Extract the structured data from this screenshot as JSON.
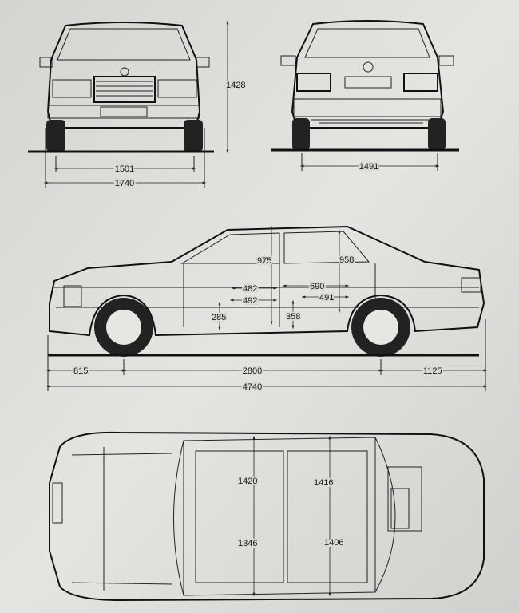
{
  "front_view": {
    "track_width": "1501",
    "overall_width": "1740",
    "height": "1428"
  },
  "rear_view": {
    "track_width": "1491"
  },
  "side_view": {
    "front_headroom": "975",
    "rear_headroom": "958",
    "front_legroom_upper": "482",
    "front_legroom_lower": "492",
    "rear_legroom_upper": "690",
    "rear_legroom_lower": "491",
    "front_seat_height": "285",
    "rear_seat_height": "358",
    "front_overhang": "815",
    "wheelbase": "2800",
    "rear_overhang": "1125",
    "overall_length": "4740"
  },
  "top_view": {
    "front_shoulder_width": "1420",
    "rear_shoulder_width": "1416",
    "front_hip_width": "1346",
    "rear_hip_width": "1406"
  },
  "colors": {
    "background": "#d9d9d6",
    "line": "#222222"
  }
}
